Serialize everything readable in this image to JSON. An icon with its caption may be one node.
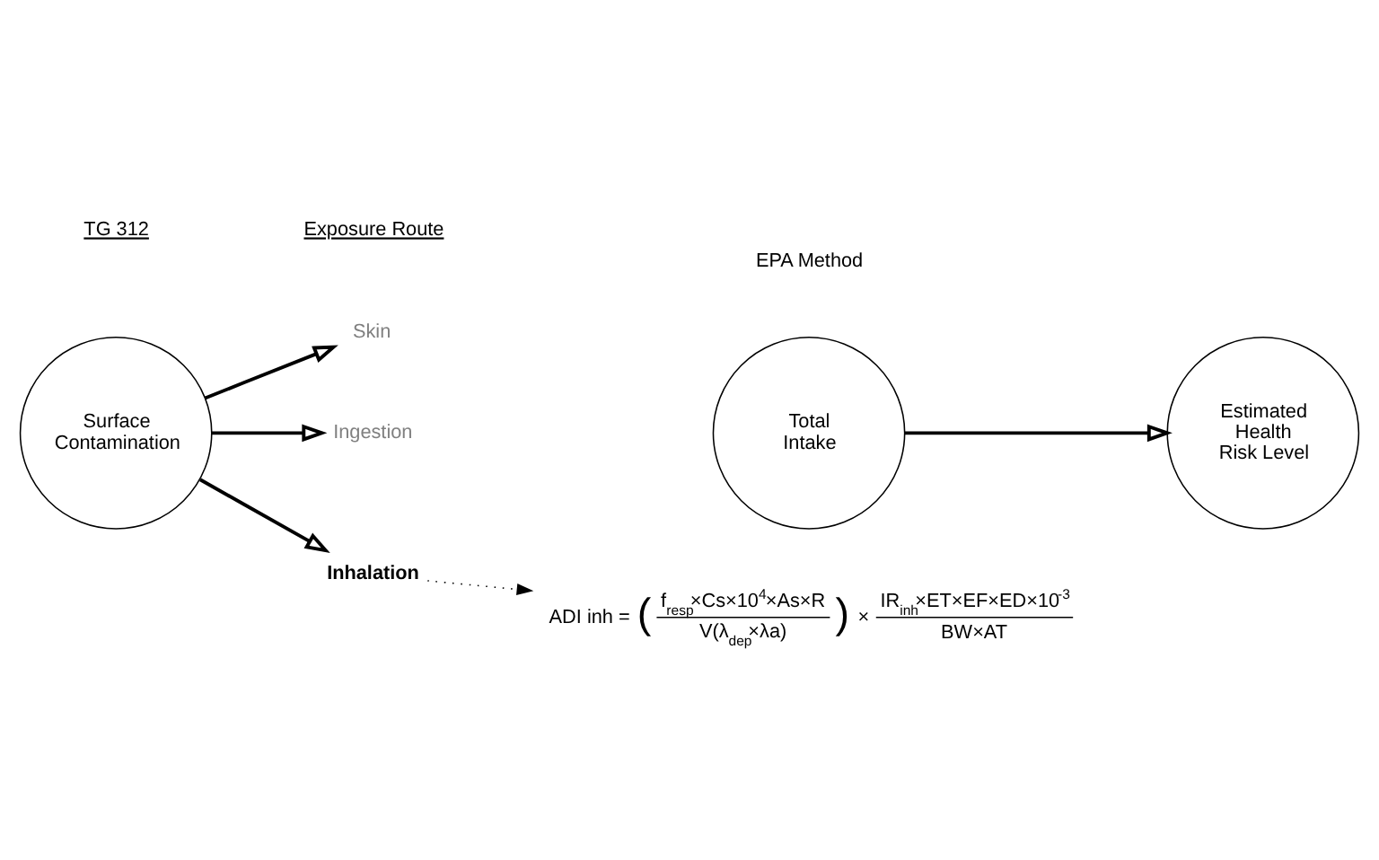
{
  "diagram": {
    "nodes": [
      {
        "text": [
          "Surface Contamination"
        ]
      },
      {
        "text": [
          "Skin"
        ]
      },
      {
        "text": [
          "Ingestion"
        ]
      },
      {
        "text": [
          "Inhalation"
        ]
      },
      {
        "text": [
          "Total Intake"
        ]
      },
      {
        "text": [
          "Estimated Health Risk Level"
        ]
      },
      {
        "text": [
          "ADI inh =",
          "(",
          "f$_{resp}$×Cs×10$^{4}$×As×R",
          "V(λ$_{dep}$×λa)",
          ")",
          "×",
          "IR$_{inh}$×ET×EF×ED×10$^{-3}$",
          "BW×AT"
        ]
      }
    ],
    "edges": [
      {
        "from": 0,
        "to": 1,
        "arrow": "to"
      },
      {
        "from": 0,
        "to": 2,
        "arrow": "to"
      },
      {
        "from": 0,
        "to": 3,
        "arrow": "to"
      },
      {
        "from": 4,
        "to": 5,
        "arrow": "to"
      },
      {
        "from": 3,
        "to": 6,
        "arrow": "to",
        "style": "dashed"
      }
    ],
    "labels": [
      "TG 312",
      "Exposure Route",
      "EPA Method"
    ]
  }
}
